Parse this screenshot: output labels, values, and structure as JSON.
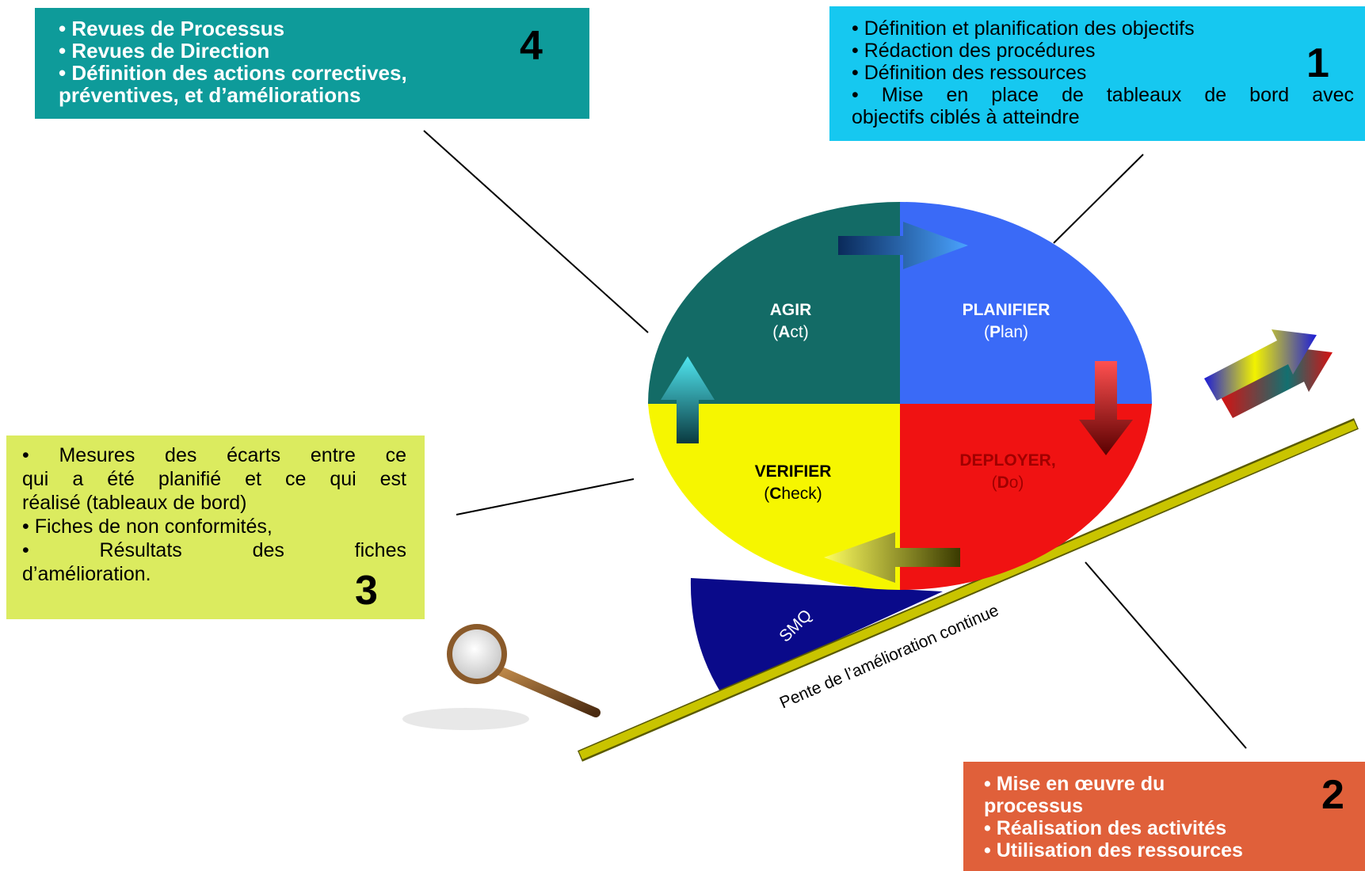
{
  "boxes": {
    "act": {
      "number": "4",
      "lines": [
        "• Revues de Processus",
        "• Revues de Direction",
        "• Définition des actions correctives,",
        "préventives, et d’améliorations"
      ]
    },
    "plan": {
      "number": "1",
      "lines": [
        "• Définition et planification des objectifs",
        "• Rédaction des procédures",
        "• Définition des ressources",
        "• Mise en place de tableaux de bord avec",
        "objectifs ciblés à atteindre"
      ]
    },
    "check": {
      "number": "3",
      "lines": [
        "• Mesures des écarts entre ce",
        "qui a été planifié et ce qui est",
        "réalisé (tableaux de bord)",
        "• Fiches de non conformités,",
        "• Résultats des fiches",
        "d’amélioration."
      ]
    },
    "do": {
      "number": "2",
      "lines": [
        "• Mise en œuvre du",
        "processus",
        "• Réalisation des activités",
        "• Utilisation des ressources"
      ]
    }
  },
  "wheel": {
    "act": {
      "label": "AGIR",
      "paren_open": "(",
      "key": "A",
      "rest": "ct)"
    },
    "plan": {
      "label": "PLANIFIER",
      "paren_open": "(",
      "key": "P",
      "rest": "lan)"
    },
    "check": {
      "label": "VERIFIER",
      "paren_open": "(",
      "key": "C",
      "rest": "heck)"
    },
    "do": {
      "label": "DEPLOYER,",
      "paren_open": "(",
      "key": "D",
      "rest": "o)"
    }
  },
  "wedge_label": "SMQ",
  "slope_label": "Pente de l’amélioration continue",
  "colors": {
    "act": "#136b66",
    "plan": "#3a6af7",
    "check": "#f6f600",
    "do": "#f01212",
    "wedge": "#0a0a8a",
    "slope": "#c9c400",
    "box_act": "#0e9b9a",
    "box_plan": "#16c8f0",
    "box_check": "#dbeb5f",
    "box_do": "#e0603a"
  },
  "icons": [
    "magnifier-icon",
    "tricolor-arrow-icon"
  ]
}
